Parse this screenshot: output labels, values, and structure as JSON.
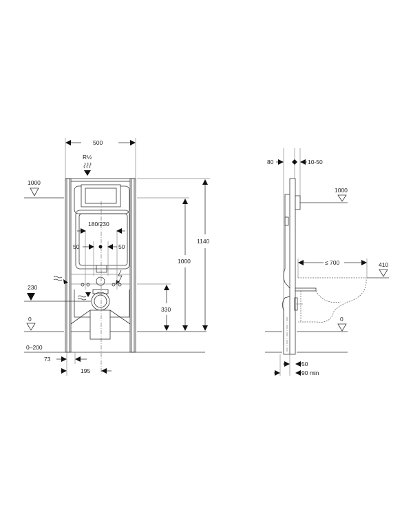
{
  "front_view": {
    "width_dim": "500",
    "connection_label": "R½",
    "level_top": "1000",
    "level_pipe": "230",
    "level_floor": "0",
    "floor_range": "0–200",
    "dim_1140": "1140",
    "dim_1000": "1000",
    "dim_330": "330",
    "dim_180_230": "180/230",
    "dim_50_left": "50",
    "dim_50_right": "50",
    "dim_73": "73",
    "dim_195": "195"
  },
  "side_view": {
    "dim_80": "80",
    "dim_10_50": "10-50",
    "level_plate": "1000",
    "dim_700": "≤ 700",
    "level_seat": "410",
    "level_floor": "0",
    "dim_50": "50",
    "dim_90min": "90 min"
  }
}
